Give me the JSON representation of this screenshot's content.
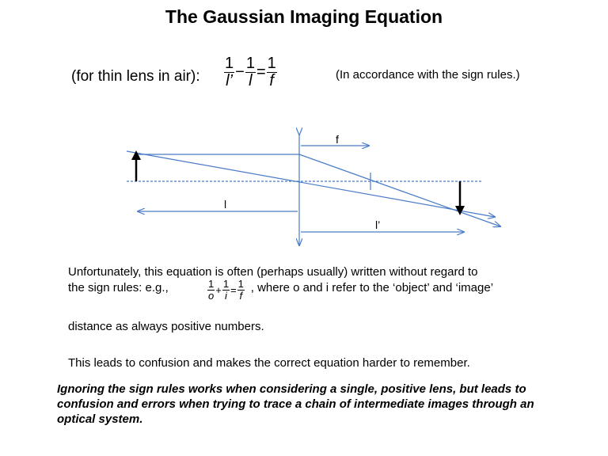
{
  "title": "The Gaussian Imaging Equation",
  "prefix": "(for thin lens in air):",
  "equation": {
    "term1_num": "1",
    "term1_den": "l’",
    "op1": "−",
    "term2_num": "1",
    "term2_den": "l",
    "op2": "=",
    "term3_num": "1",
    "term3_den": "f"
  },
  "sign_note": "(In accordance with the sign rules.)",
  "diagram": {
    "label_f": "f",
    "label_l": "l",
    "label_lprime": "l’",
    "colors": {
      "rays": "#4a7bc8",
      "axis": "#4a7bc8",
      "object_arrow": "#000000"
    }
  },
  "paragraph1": {
    "line1": "Unfortunately, this equation is often (perhaps usually) written without regard to",
    "line2_start": "the sign rules:  e.g.,",
    "line2_end": ", where o and i refer to the ‘object’ and ‘image’",
    "line3": "distance as always positive numbers."
  },
  "equation2": {
    "term1_num": "1",
    "term1_den": "o",
    "op1": "+",
    "term2_num": "1",
    "term2_den": "i",
    "op2": "=",
    "term3_num": "1",
    "term3_den": "f"
  },
  "paragraph2": "This leads to confusion and makes the correct equation harder to remember.",
  "paragraph3": "Ignoring the sign rules works when considering a single, positive lens, but leads to confusion and errors when trying to trace a chain of intermediate images through an optical system."
}
